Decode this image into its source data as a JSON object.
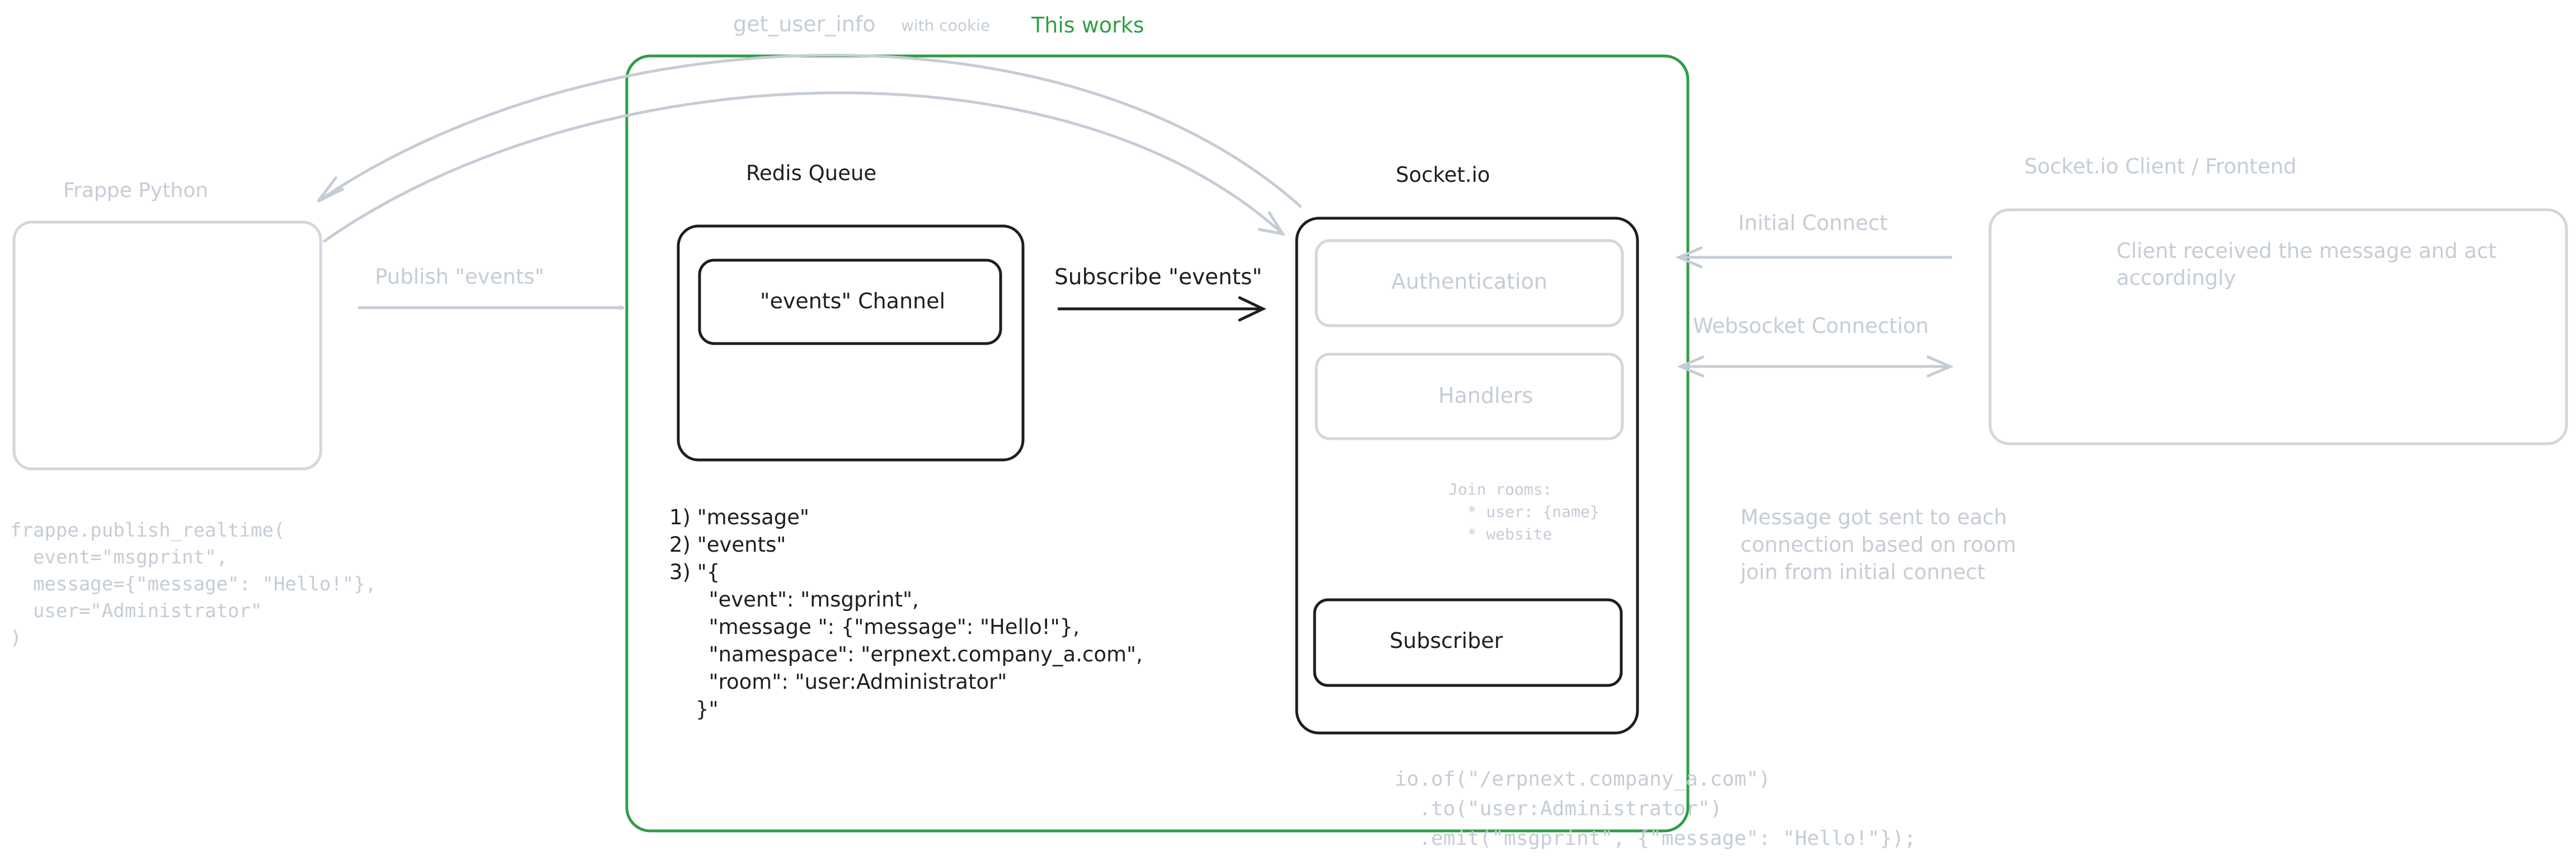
{
  "top": {
    "func_label": "get_user_info",
    "func_note": "with cookie",
    "works_label": "This works"
  },
  "frappe": {
    "title": "Frappe Python",
    "publish_label": "Publish \"events\"",
    "code": "frappe.publish_realtime(\n  event=\"msgprint\",\n  message={\"message\": \"Hello!\"},\n  user=\"Administrator\"\n)"
  },
  "redis": {
    "title": "Redis Queue",
    "channel_label": "\"events\" Channel",
    "message_list": "1) \"message\"\n2) \"events\"\n3) \"{\n      \"event\": \"msgprint\",\n      \"message \": {\"message\": \"Hello!\"},\n      \"namespace\": \"erpnext.company_a.com\",\n      \"room\": \"user:Administrator\"\n    }\""
  },
  "subscribe_label": "Subscribe \"events\"",
  "socketio": {
    "title": "Socket.io",
    "auth_label": "Authentication",
    "handlers_label": "Handlers",
    "join_rooms": "Join rooms:\n  * user: {name}\n  * website",
    "subscriber_label": "Subscriber",
    "emit_code": "io.of(\"/erpnext.company_a.com\")\n  .to(\"user:Administrator\")\n  .emit(\"msgprint\", {\"message\": \"Hello!\"});"
  },
  "client": {
    "title": "Socket.io Client / Frontend",
    "received_text": "Client received the message and act\naccordingly",
    "initial_connect": "Initial Connect",
    "websocket_connection": "Websocket Connection",
    "room_note": "Message got sent to each\nconnection based on room\njoin from initial connect"
  },
  "colors": {
    "faint": "#c5ccd6",
    "dark": "#1e1e1e",
    "green": "#2f9e44"
  }
}
